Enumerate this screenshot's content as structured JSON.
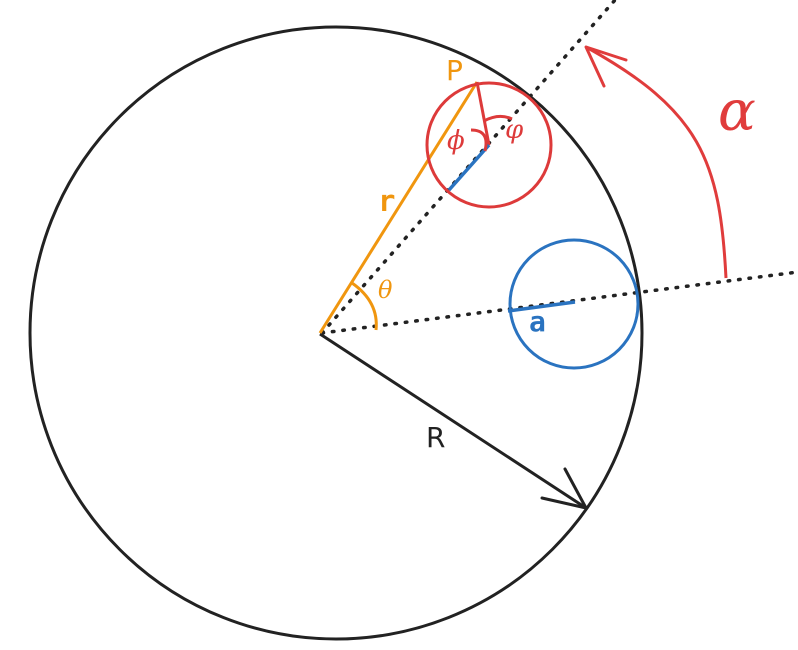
{
  "labels": {
    "point": "P",
    "radius_vector": "r",
    "polar_angle": "θ",
    "rotation_angle": "α",
    "big_radius": "R",
    "small_radius": "a",
    "phi_upright": "ϕ",
    "phi_curly": "φ"
  },
  "colors": {
    "outline": "#222222",
    "orange": "#f0960f",
    "red": "#e03c3c",
    "blue": "#2a73c0"
  }
}
